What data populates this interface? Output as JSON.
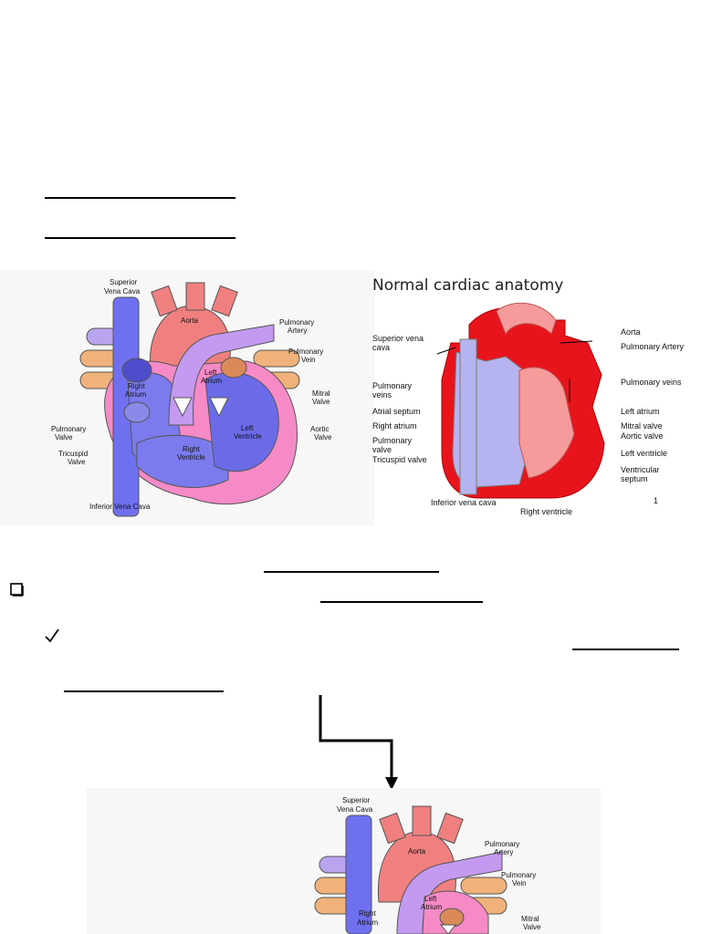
{
  "page": {
    "checkbox_icon": "checkbox-icon",
    "checkmark_icon": "checkmark-icon"
  },
  "diagram_left": {
    "labels": {
      "svc": [
        "Superior",
        "Vena Cava"
      ],
      "aorta": "Aorta",
      "pa": [
        "Pulmonary",
        "Artery"
      ],
      "pv": [
        "Pulmonary",
        "Vein"
      ],
      "la": [
        "Left",
        "Atrium"
      ],
      "mitral": [
        "Mitral",
        "Valve"
      ],
      "ra": [
        "Right",
        "Atrium"
      ],
      "pulm_valve": [
        "Pulmonary",
        "Valve"
      ],
      "aortic_valve": [
        "Aortic",
        "Valve"
      ],
      "lv": [
        "Left",
        "Ventricle"
      ],
      "rv": [
        "Right",
        "Ventricle"
      ],
      "tricuspid": [
        "Tricuspid",
        "Valve"
      ],
      "ivc": "Inferior Vena Cava"
    }
  },
  "diagram_right": {
    "title": "Normal cardiac anatomy",
    "page_number": "1",
    "labels": {
      "svc": [
        "Superior vena",
        "cava"
      ],
      "pulm_veins_l": [
        "Pulmonary",
        "veins"
      ],
      "atrial_septum": "Atrial septum",
      "right_atrium": "Right atrium",
      "pulm_valve": [
        "Pulmonary",
        "valve"
      ],
      "tricuspid": "Tricuspid valve",
      "ivc": "Inferior vena cava",
      "rv": "Right ventricle",
      "aorta": "Aorta",
      "pa": "Pulmonary Artery",
      "pulm_veins_r": "Pulmonary veins",
      "la": "Left atrium",
      "mitral": "Mitral valve",
      "aortic": "Aortic valve",
      "lv": "Left ventricle",
      "septum": [
        "Ventricular",
        "septum"
      ]
    }
  }
}
